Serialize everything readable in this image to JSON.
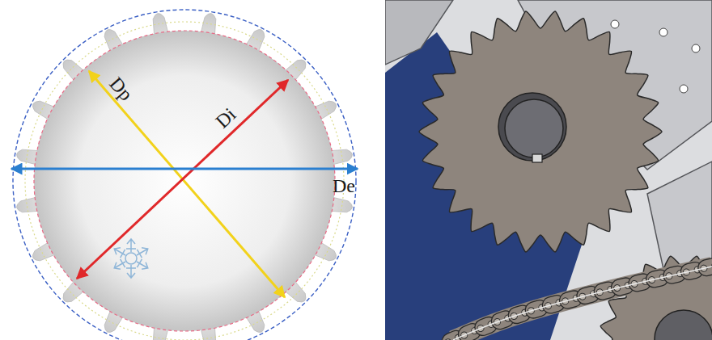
{
  "diagram": {
    "labels": [
      "Dp",
      "Di",
      "De"
    ]
  }
}
